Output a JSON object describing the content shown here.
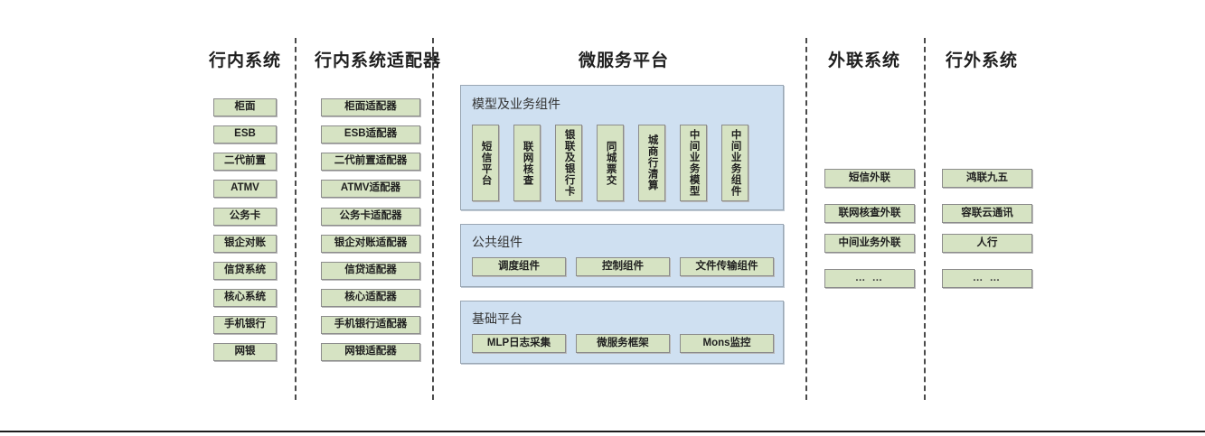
{
  "columns": [
    {
      "id": "intra-bank-systems",
      "title": "行内系统",
      "items": [
        "柜面",
        "ESB",
        "二代前置",
        "ATMV",
        "公务卡",
        "银企对账",
        "信贷系统",
        "核心系统",
        "手机银行",
        "网银"
      ]
    },
    {
      "id": "intra-bank-adapters",
      "title": "行内系统适配器",
      "items": [
        "柜面适配器",
        "ESB适配器",
        "二代前置适配器",
        "ATMV适配器",
        "公务卡适配器",
        "银企对账适配器",
        "信贷适配器",
        "核心适配器",
        "手机银行适配器",
        "网银适配器"
      ]
    },
    {
      "id": "microservice-platform",
      "title": "微服务平台",
      "panels": [
        {
          "id": "model-business-components",
          "title": "模型及业务组件",
          "items": [
            "短信平台",
            "联网核查",
            "银联及银行卡",
            "同城票交",
            "城商行清算",
            "中间业务模型",
            "中间业务组件"
          ]
        },
        {
          "id": "public-components",
          "title": "公共组件",
          "items": [
            "调度组件",
            "控制组件",
            "文件传输组件"
          ]
        },
        {
          "id": "base-platform",
          "title": "基础平台",
          "items": [
            "MLP日志采集",
            "微服务框架",
            "Mons监控"
          ]
        }
      ]
    },
    {
      "id": "external-liaison-systems",
      "title": "外联系统",
      "items": [
        "短信外联",
        "联网核查外联",
        "中间业务外联",
        "… …"
      ]
    },
    {
      "id": "outside-bank-systems",
      "title": "行外系统",
      "items": [
        "鸿联九五",
        "容联云通讯",
        "人行",
        "… …"
      ]
    }
  ],
  "colors": {
    "node_fill": "#d6e3c3",
    "node_border": "#8c8c8c",
    "panel_fill": "#cfe0f1",
    "panel_border": "#9aa7b4",
    "divider": "#4a4a4a",
    "text": "#1f1f1f"
  }
}
